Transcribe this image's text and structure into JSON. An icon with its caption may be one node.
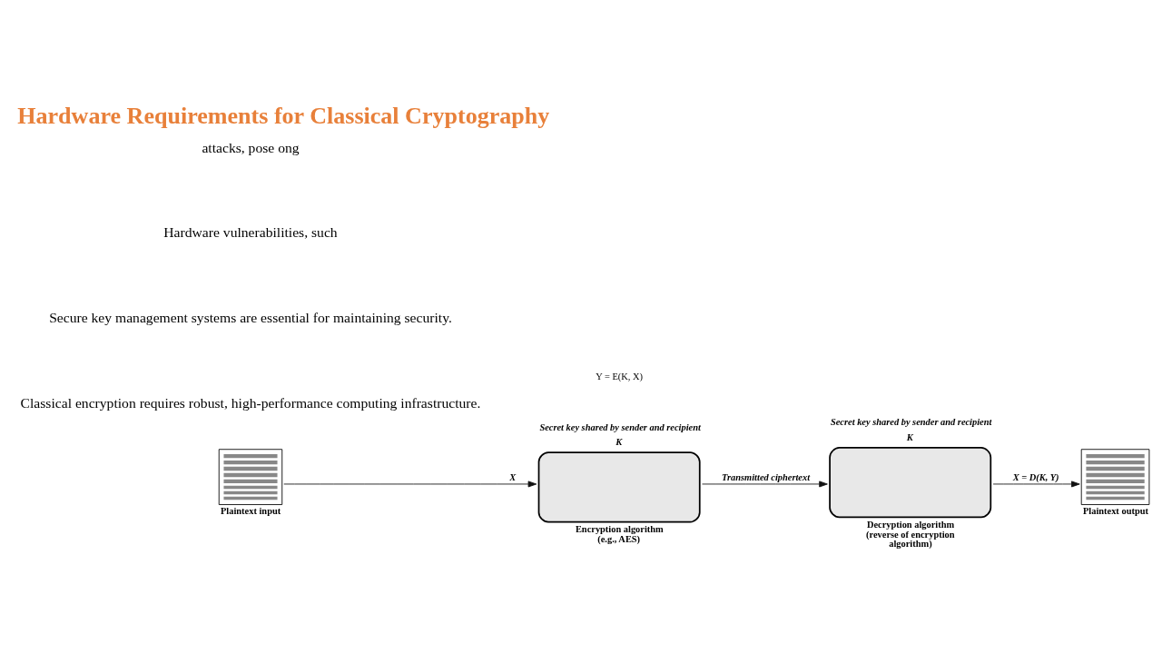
{
  "diagram": {
    "title": "Hardware Requirements for Classical Cryptography",
    "nodes": [
      {
        "text": [
          "Plaintext input"
        ]
      },
      {
        "text": [
          "Encryption algorithm (e.g., AES)"
        ],
        "beside": [
          "Secret key shared by sender and recipient",
          "K"
        ]
      },
      {
        "text": [
          "Decryption algorithm (reverse of encryption algorithm)"
        ],
        "beside": [
          "Secret key shared by sender and recipient",
          "K"
        ]
      },
      {
        "text": [
          "Plaintext output"
        ]
      }
    ],
    "edges": [
      {
        "from": 0,
        "to": 1,
        "arrow": "to",
        "label": "X"
      },
      {
        "from": 1,
        "to": 2,
        "arrow": "to",
        "label": "Transmitted ciphertext"
      },
      {
        "from": 2,
        "to": 3,
        "arrow": "to",
        "label": "X = D(K, Y)"
      }
    ],
    "labels": [
      "Classical encryption requires robust, high-performance computing infrastructure.",
      "Secure key management systems are essential for maintaining security.",
      "Hardware vulnerabilities, such",
      "attacks, pose ong",
      "Y = E(K, X)"
    ]
  }
}
